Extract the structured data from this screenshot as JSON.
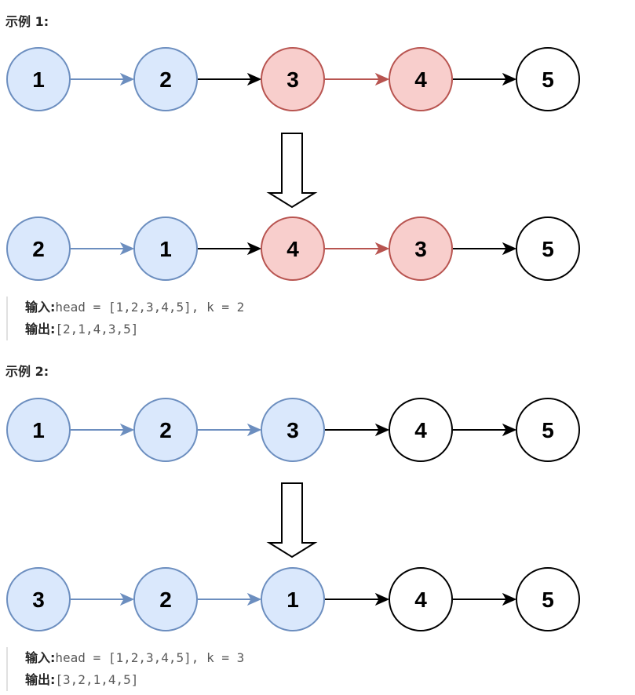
{
  "examples": [
    {
      "title": "示例 1:",
      "input_label": "输入:",
      "input_value": "head = [1,2,3,4,5], k = 2",
      "output_label": "输出:",
      "output_value": "[2,1,4,3,5]",
      "rows": [
        {
          "nodes": [
            {
              "label": "1",
              "style": "blue"
            },
            {
              "label": "2",
              "style": "blue"
            },
            {
              "label": "3",
              "style": "red"
            },
            {
              "label": "4",
              "style": "red"
            },
            {
              "label": "5",
              "style": "white"
            }
          ],
          "edges": [
            "blue",
            "black",
            "red",
            "black"
          ]
        },
        {
          "nodes": [
            {
              "label": "2",
              "style": "blue"
            },
            {
              "label": "1",
              "style": "blue"
            },
            {
              "label": "4",
              "style": "red"
            },
            {
              "label": "3",
              "style": "red"
            },
            {
              "label": "5",
              "style": "white"
            }
          ],
          "edges": [
            "blue",
            "black",
            "red",
            "black"
          ]
        }
      ]
    },
    {
      "title": "示例 2:",
      "input_label": "输入:",
      "input_value": "head = [1,2,3,4,5], k = 3",
      "output_label": "输出:",
      "output_value": "[3,2,1,4,5]",
      "rows": [
        {
          "nodes": [
            {
              "label": "1",
              "style": "blue"
            },
            {
              "label": "2",
              "style": "blue"
            },
            {
              "label": "3",
              "style": "blue"
            },
            {
              "label": "4",
              "style": "white"
            },
            {
              "label": "5",
              "style": "white"
            }
          ],
          "edges": [
            "blue",
            "blue",
            "black",
            "black"
          ]
        },
        {
          "nodes": [
            {
              "label": "3",
              "style": "blue"
            },
            {
              "label": "2",
              "style": "blue"
            },
            {
              "label": "1",
              "style": "blue"
            },
            {
              "label": "4",
              "style": "white"
            },
            {
              "label": "5",
              "style": "white"
            }
          ],
          "edges": [
            "blue",
            "blue",
            "black",
            "black"
          ]
        }
      ]
    }
  ],
  "colors": {
    "blue_fill": "#dae8fc",
    "blue_stroke": "#6c8ebf",
    "red_fill": "#f8cecc",
    "red_stroke": "#b85450",
    "white_fill": "#ffffff",
    "black_stroke": "#000000"
  }
}
